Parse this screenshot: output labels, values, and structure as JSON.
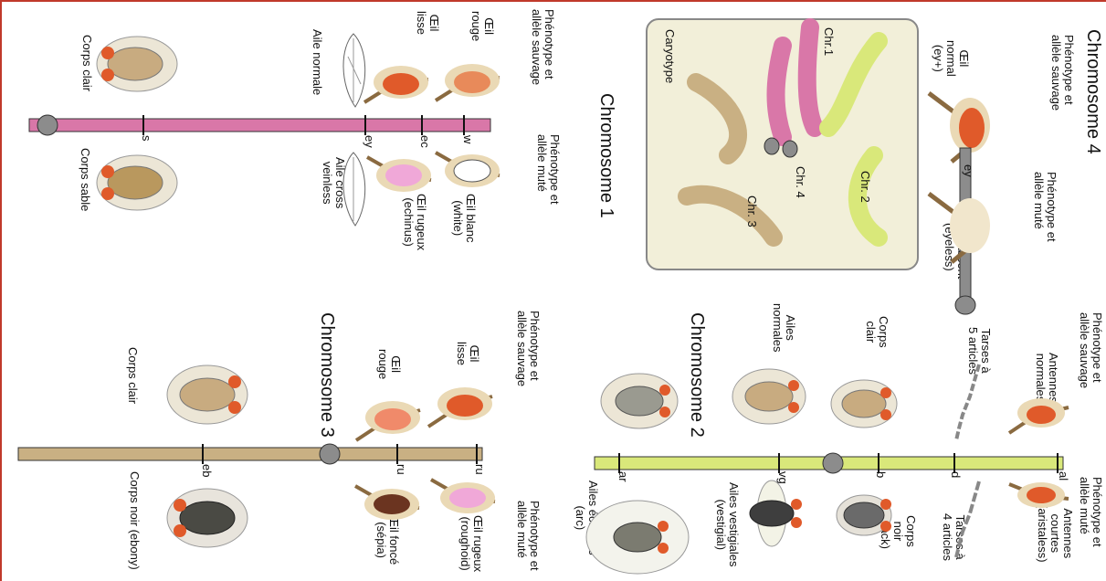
{
  "chromosomes": {
    "chr1": {
      "title": "Chromosome 1",
      "wild_header": "Phénotype et\nallèle sauvage",
      "mutant_header": "Phénotype et\nallèle muté",
      "loci": [
        {
          "symbol": "w",
          "wild": "Œil\nrouge",
          "mutant": "Œil blanc\n(white)"
        },
        {
          "symbol": "ec",
          "wild": "Œil\nlisse",
          "mutant": "Œil rugeux\n(echinus)"
        },
        {
          "symbol": "ey",
          "wild": "Aile normale",
          "mutant": "Aile cross\nveinless"
        },
        {
          "symbol": "s",
          "wild": "Corps clair",
          "mutant": "Corps sable"
        }
      ]
    },
    "chr2": {
      "title": "Chromosome 2",
      "wild_header": "Phénotype et\nallèle sauvage",
      "mutant_header": "Phénotype et\nallèle muté",
      "loci": [
        {
          "symbol": "al",
          "wild": "Antennes\nnormales",
          "mutant": "Antennes\ncourtes\n(aristaless)"
        },
        {
          "symbol": "d",
          "wild": "Tarses à\n5 articles",
          "mutant": "Tarses à\n4 articles"
        },
        {
          "symbol": "b",
          "wild": "Corps\nclair",
          "mutant": "Corps\nnoir\n(black)"
        },
        {
          "symbol": "vg",
          "wild": "Ailes\nnormales",
          "mutant": "Ailes vestigiales\n(vestigial)"
        },
        {
          "symbol": "ar",
          "wild": "",
          "mutant": "Ailes écartées\n(arc)"
        }
      ]
    },
    "chr3": {
      "title": "Chromosome 3",
      "wild_header": "Phénotype et\nallèle sauvage",
      "mutant_header": "Phénotype et\nallèle muté",
      "loci": [
        {
          "symbol": "ru",
          "wild": "Œil\nlisse",
          "mutant": "Œil rugeux\n(roughoid)"
        },
        {
          "symbol": "ru",
          "wild": "Œil\nrouge",
          "mutant": "Œil foncé\n(sépia)"
        },
        {
          "symbol": "eb",
          "wild": "Corps clair",
          "mutant": "Corps noir (ebony)"
        }
      ]
    },
    "chr4": {
      "title": "Chromosome 4",
      "wild_header": "Phénotype et\nallèle sauvage",
      "mutant_header": "Phénotype et\nallèle muté",
      "loci": [
        {
          "symbol": "ey",
          "wild": "Œil\nnormal\n(ey+)",
          "mutant": "Œil absent\n(eyeless)"
        }
      ]
    }
  },
  "karyotype": {
    "title": "Caryotype",
    "labels": [
      "Chr.1",
      "Chr. 2",
      "Chr. 3",
      "Chr. 4"
    ]
  },
  "colors": {
    "chr1": "#d977a8",
    "chr2": "#d9e87a",
    "chr3": "#c9b083",
    "chr4": "#8c8c8c",
    "centromere": "#8c8c8c",
    "karyotype_bg": "#f2efd9",
    "frame": "#c0392b"
  }
}
